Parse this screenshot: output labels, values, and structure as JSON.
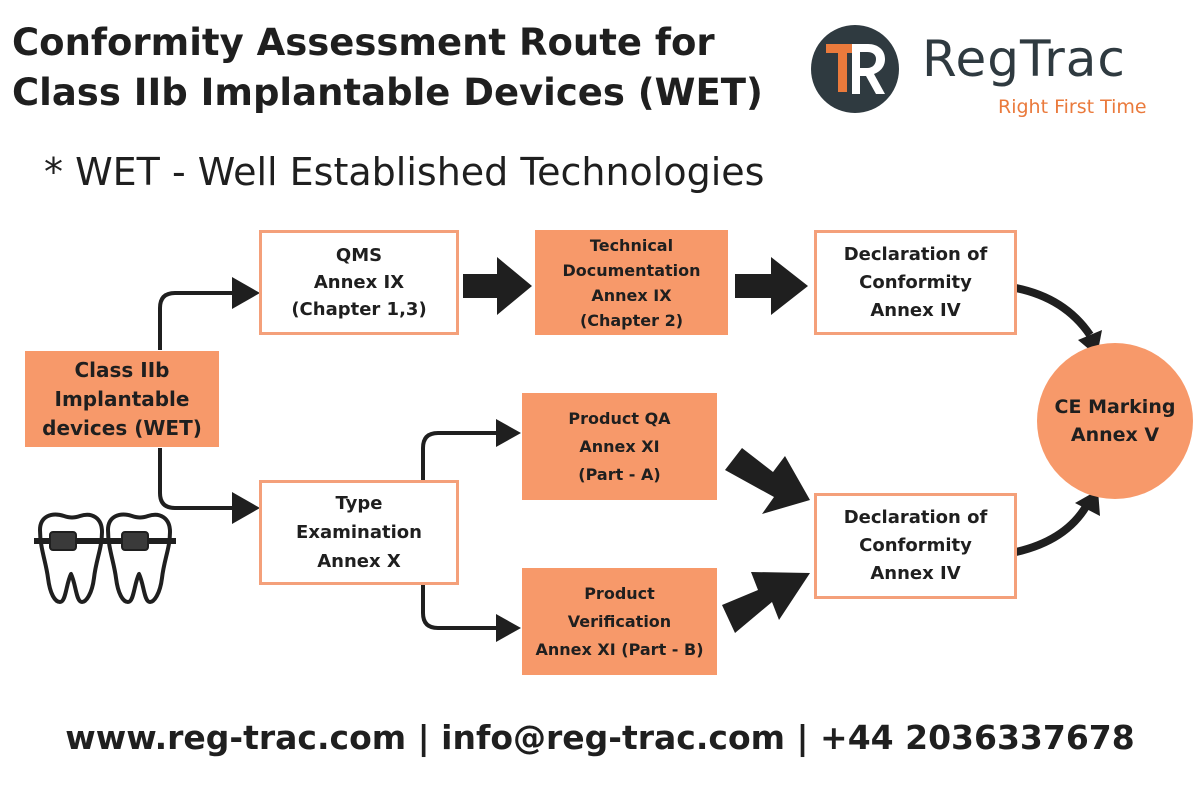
{
  "header": {
    "title_line1": "Conformity Assessment Route for",
    "title_line2": "Class IIb Implantable Devices (WET)",
    "subtitle": "* WET - Well Established Technologies"
  },
  "logo": {
    "name": "RegTrac",
    "tagline": "Right First Time",
    "colors": {
      "dark": "#2f3a40",
      "orange": "#ea7a3c"
    }
  },
  "diagram": {
    "start": [
      "Class IIb",
      "Implantable",
      "devices (WET)"
    ],
    "qms": [
      "QMS",
      "Annex IX",
      "(Chapter 1,3)"
    ],
    "tech_doc": [
      "Technical",
      "Documentation",
      "Annex IX",
      "(Chapter 2)"
    ],
    "doc_top": [
      "Declaration of",
      "Conformity",
      "Annex IV"
    ],
    "type_exam": [
      "Type",
      "Examination",
      "Annex X"
    ],
    "product_qa": [
      "Product QA",
      "Annex XI",
      "(Part - A)"
    ],
    "product_verification": [
      "Product",
      "Verification",
      "Annex XI (Part - B)"
    ],
    "doc_bottom": [
      "Declaration of",
      "Conformity",
      "Annex IV"
    ],
    "ce_marking": [
      "CE Marking",
      "Annex V"
    ]
  },
  "colors": {
    "fill": "#f7996a",
    "outline": "#f4a07a",
    "arrow": "#1f1f1f"
  },
  "illustration": {
    "icon": "teeth-with-braces-icon"
  },
  "footer": {
    "contact": "www.reg-trac.com | info@reg-trac.com | +44 2036337678"
  }
}
